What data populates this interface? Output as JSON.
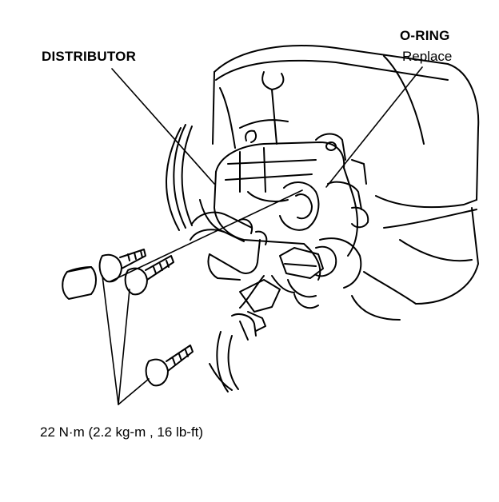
{
  "labels": {
    "distributor": "DISTRIBUTOR",
    "oring_title": "O-RING",
    "oring_note": "Replace",
    "torque": "22 N·m (2.2 kg-m , 16 lb-ft)"
  },
  "colors": {
    "line": "#000000",
    "background": "#ffffff"
  }
}
